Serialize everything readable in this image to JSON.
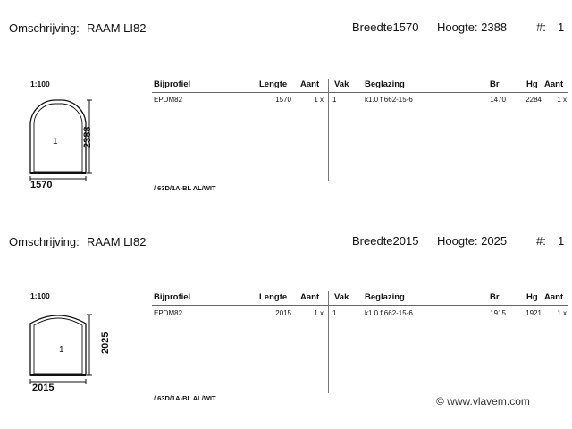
{
  "windows": [
    {
      "header": {
        "omschrijving_label": "Omschrijving:",
        "omschrijving_value": "RAAM LI82",
        "breedte_text": "Breedte1570",
        "hoogte_text": "Hoogte: 2388",
        "nr_label": "#:",
        "nr_value": "1"
      },
      "scale": "1:100",
      "drawing": {
        "width_label": "1570",
        "height_label": "2388",
        "panel_label": "1"
      },
      "columns": {
        "bijprofiel": "Bijprofiel",
        "lengte": "Lengte",
        "aant": "Aant",
        "vak": "Vak",
        "beglazing": "Beglazing",
        "br": "Br",
        "hg": "Hg",
        "aant2": "Aant"
      },
      "row": {
        "bijprofiel": "EPDM82",
        "lengte": "1570",
        "aant": "1 x",
        "vak": "1",
        "beglazing": "k1.0 f 662-15-6",
        "br": "1470",
        "hg": "2284",
        "aant2": "1 x"
      },
      "profile": "/ 63D/1A-BL AL/WIT"
    },
    {
      "header": {
        "omschrijving_label": "Omschrijving:",
        "omschrijving_value": "RAAM LI82",
        "breedte_text": "Breedte2015",
        "hoogte_text": "Hoogte: 2025",
        "nr_label": "#:",
        "nr_value": "1"
      },
      "scale": "1:100",
      "drawing": {
        "width_label": "2015",
        "height_label": "2025",
        "panel_label": "1"
      },
      "columns": {
        "bijprofiel": "Bijprofiel",
        "lengte": "Lengte",
        "aant": "Aant",
        "vak": "Vak",
        "beglazing": "Beglazing",
        "br": "Br",
        "hg": "Hg",
        "aant2": "Aant"
      },
      "row": {
        "bijprofiel": "EPDM82",
        "lengte": "2015",
        "aant": "1 x",
        "vak": "1",
        "beglazing": "k1.0 f 662-15-6",
        "br": "1915",
        "hg": "1921",
        "aant2": "1 x"
      },
      "profile": "/ 63D/1A-BL AL/WIT"
    }
  ],
  "watermark": "© www.vlavem.com"
}
